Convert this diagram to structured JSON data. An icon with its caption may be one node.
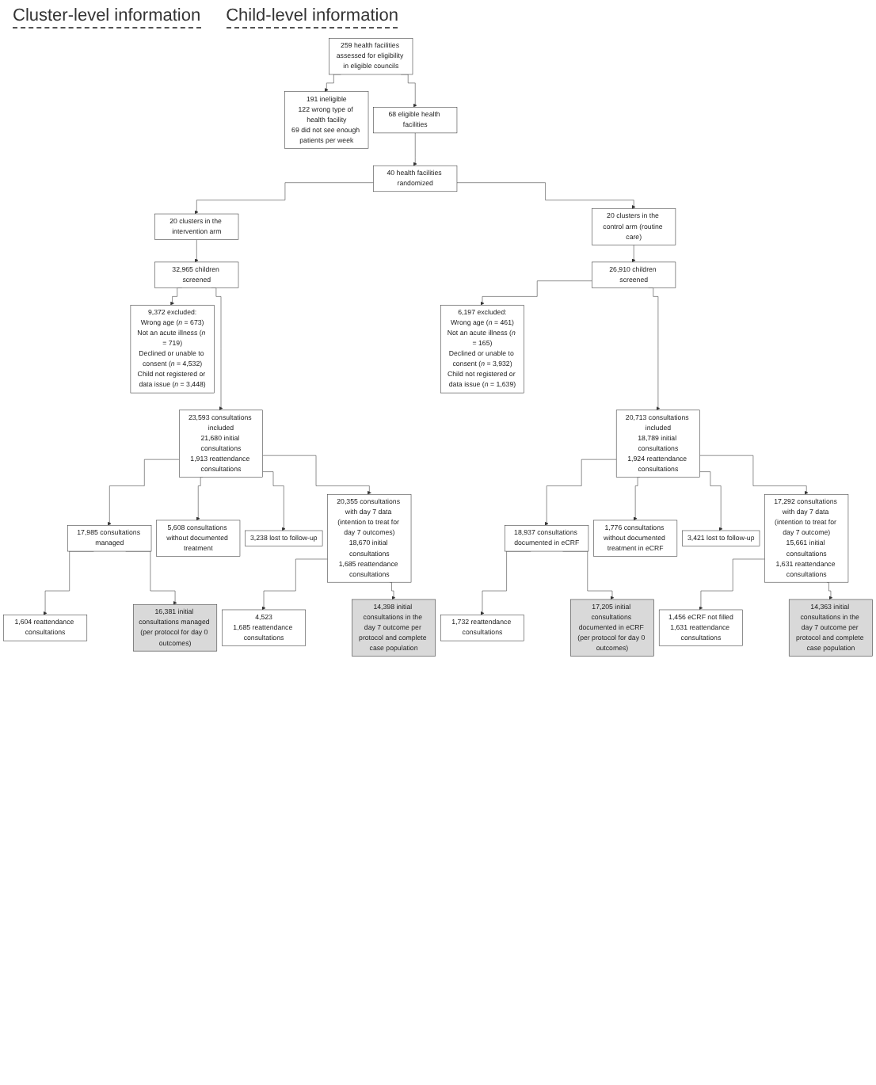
{
  "diagram": {
    "nodes": [
      {
        "text": [
          "259 health facilities assessed for eligibility in eligible councils"
        ]
      },
      {
        "text": [
          "191 ineligible",
          "122 wrong type of health facility",
          "69 did not see enough patients per week"
        ]
      },
      {
        "text": [
          "68 eligible health facilities"
        ]
      },
      {
        "text": [
          "40 health facilities randomized"
        ]
      },
      {
        "text": [
          "20 clusters in the intervention arm"
        ]
      },
      {
        "text": [
          "20 clusters in the control arm (routine care)"
        ]
      },
      {
        "text": [
          "32,965 children screened"
        ]
      },
      {
        "text": [
          "26,910 children screened"
        ]
      },
      {
        "text": [
          "9,372 excluded:",
          "Wrong age (*n* = 673)",
          "Not an acute illness (*n* = 719)",
          "Declined or unable to consent (*n* = 4,532)",
          "Child not registered or data issue (*n* = 3,448)"
        ]
      },
      {
        "text": [
          "6,197 excluded:",
          "Wrong age (*n* = 461)",
          "Not an acute illness (*n* = 165)",
          "Declined or unable to consent (*n* = 3,932)",
          "Child not registered or data issue (*n* = 1,639)"
        ]
      },
      {
        "text": [
          "23,593 consultations included",
          "21,680 initial consultations",
          "1,913 reattendance consultations"
        ]
      },
      {
        "text": [
          "20,713 consultations included",
          "18,789 initial consultations",
          "1,924 reattendance consultations"
        ]
      },
      {
        "text": [
          "5,608 consultations without documented treatment"
        ]
      },
      {
        "text": [
          "17,985 consultations managed"
        ]
      },
      {
        "text": [
          "1,776 consultations without documented treatment in eCRF"
        ]
      },
      {
        "text": [
          "18,937 consultations documented in eCRF"
        ]
      },
      {
        "text": [
          "1,604 reattendance consultations"
        ]
      },
      {
        "text": [
          "1,732 reattendance consultations"
        ]
      },
      {
        "text": [
          "16,381 initial consultations managed (per protocol for day 0 outcomes)"
        ]
      },
      {
        "text": [
          "17,205 initial consultations documented in eCRF (per protocol for day 0 outcomes)"
        ]
      },
      {
        "text": [
          "3,238 lost to follow-up"
        ]
      },
      {
        "text": [
          "3,421 lost to follow-up"
        ]
      },
      {
        "text": [
          "20,355 consultations with day 7 data (intention to treat for day 7 outcomes)",
          "18,670 initial consultations",
          "1,685 reattendance consultations"
        ]
      },
      {
        "text": [
          "17,292 consultations with day 7 data (intention to treat for day 7 outcome)",
          "15,661 initial consultations",
          "1,631 reattendance consultations"
        ]
      },
      {
        "text": [
          "4,523",
          "1,685 reattendance consultations"
        ]
      },
      {
        "text": [
          "1,456 eCRF not filled",
          "1,631 reattendance consultations"
        ]
      },
      {
        "text": [
          "14,398 initial consultations in the day 7 outcome per protocol and complete case population"
        ]
      },
      {
        "text": [
          "14,363 initial consultations in the day 7 outcome per protocol and complete case population"
        ]
      }
    ],
    "edges": [
      {
        "from": 0,
        "to": 1,
        "arrow": "to"
      },
      {
        "from": 0,
        "to": 2,
        "arrow": "to"
      },
      {
        "from": 2,
        "to": 3,
        "arrow": "to"
      },
      {
        "from": 3,
        "to": 4,
        "arrow": "to"
      },
      {
        "from": 3,
        "to": 5,
        "arrow": "to"
      },
      {
        "from": 4,
        "to": 6,
        "arrow": "to"
      },
      {
        "from": 5,
        "to": 7,
        "arrow": "to"
      },
      {
        "from": 6,
        "to": 8,
        "arrow": "to"
      },
      {
        "from": 6,
        "to": 10,
        "arrow": "to"
      },
      {
        "from": 7,
        "to": 9,
        "arrow": "to"
      },
      {
        "from": 7,
        "to": 11,
        "arrow": "to"
      },
      {
        "from": 10,
        "to": 13,
        "arrow": "to"
      },
      {
        "from": 10,
        "to": 12,
        "arrow": "to"
      },
      {
        "from": 11,
        "to": 15,
        "arrow": "to"
      },
      {
        "from": 11,
        "to": 14,
        "arrow": "to"
      },
      {
        "from": 13,
        "to": 16,
        "arrow": "to"
      },
      {
        "from": 13,
        "to": 18,
        "arrow": "to"
      },
      {
        "from": 15,
        "to": 17,
        "arrow": "to"
      },
      {
        "from": 15,
        "to": 19,
        "arrow": "to"
      },
      {
        "from": 10,
        "to": 20,
        "arrow": "to"
      },
      {
        "from": 10,
        "to": 22,
        "arrow": "to"
      },
      {
        "from": 11,
        "to": 21,
        "arrow": "to"
      },
      {
        "from": 11,
        "to": 23,
        "arrow": "to"
      },
      {
        "from": 22,
        "to": 24,
        "arrow": "to"
      },
      {
        "from": 22,
        "to": 26,
        "arrow": "to"
      },
      {
        "from": 23,
        "to": 25,
        "arrow": "to"
      },
      {
        "from": 23,
        "to": 27,
        "arrow": "to"
      }
    ],
    "labels": [
      "Cluster-level information",
      "Child-level information"
    ]
  }
}
